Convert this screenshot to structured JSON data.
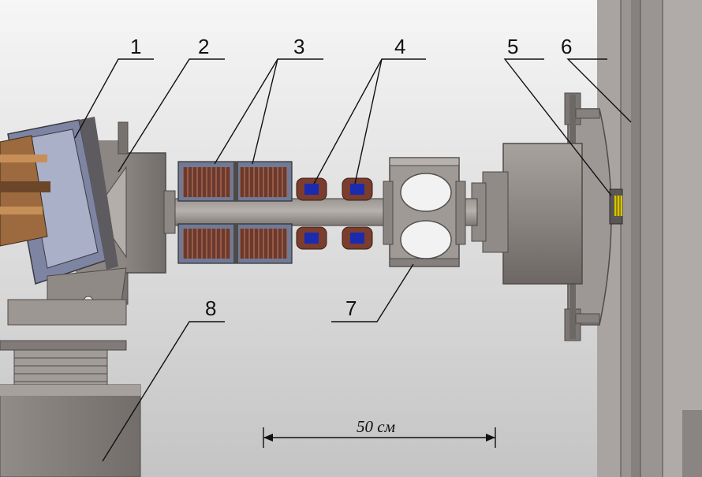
{
  "labels": [
    {
      "id": "1",
      "text": "1"
    },
    {
      "id": "2",
      "text": "2"
    },
    {
      "id": "3",
      "text": "3"
    },
    {
      "id": "4",
      "text": "4"
    },
    {
      "id": "5",
      "text": "5"
    },
    {
      "id": "6",
      "text": "6"
    },
    {
      "id": "7",
      "text": "7"
    },
    {
      "id": "8",
      "text": "8"
    }
  ],
  "scale_bar": {
    "text": "50 см"
  },
  "colors": {
    "background_top": "#f4f4f4",
    "background_bottom": "#c9c9c9",
    "steel": "#8f8a86",
    "steel_dark": "#5e5a57",
    "coil_copper": "#7a4535",
    "coil_blue": "#1a2aa8",
    "blue_gray": "#7a84a0"
  }
}
